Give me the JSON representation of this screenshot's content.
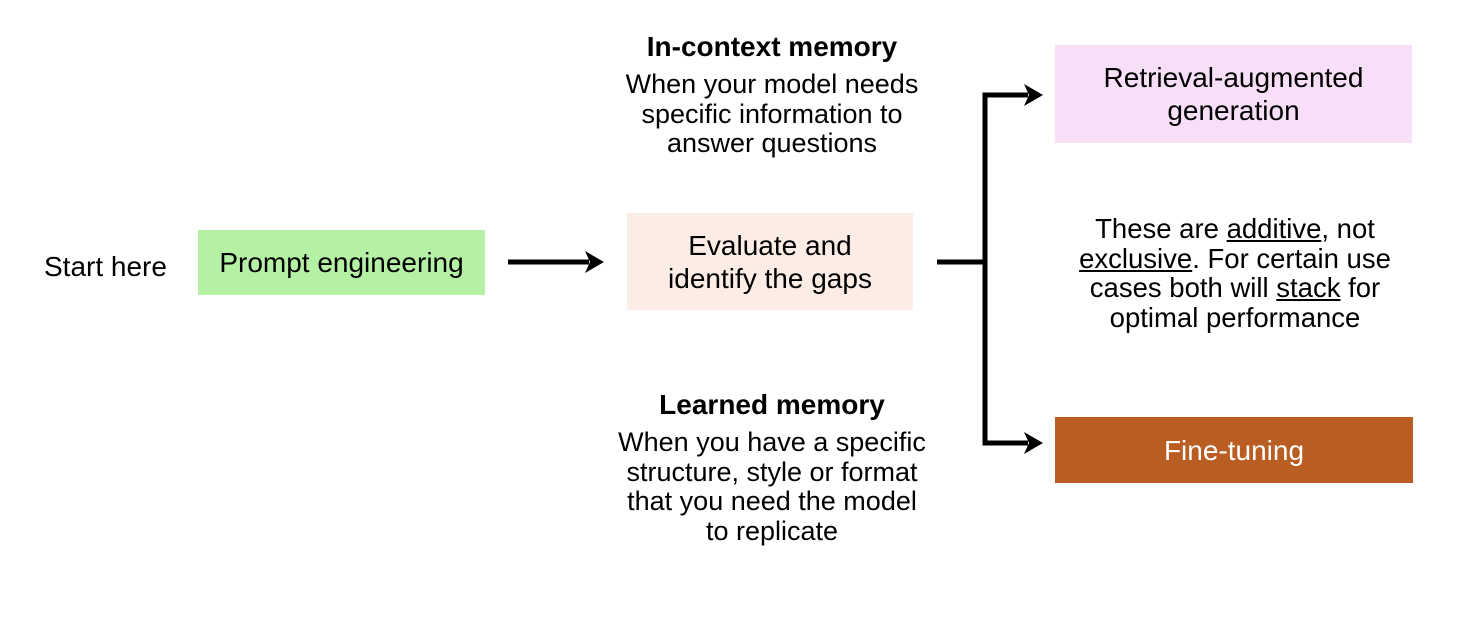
{
  "colors": {
    "background": "#ffffff",
    "arrow": "#000000",
    "text": "#000000",
    "prompt_box_bg": "#b5f1a4",
    "evaluate_box_bg": "#fbece6",
    "rag_box_bg": "#f8dff8",
    "finetune_box_bg": "#b95d22",
    "finetune_text": "#ffffff"
  },
  "start_label": "Start here",
  "nodes": {
    "prompt": {
      "label": "Prompt engineering"
    },
    "evaluate": {
      "line1": "Evaluate and",
      "line2": "identify the gaps"
    },
    "rag": {
      "line1": "Retrieval-augmented",
      "line2": "generation"
    },
    "finetune": {
      "label": "Fine-tuning"
    }
  },
  "annotations": {
    "in_context": {
      "title": "In-context memory",
      "lines": [
        "When your model needs",
        "specific information to",
        "answer questions"
      ]
    },
    "learned": {
      "title": "Learned memory",
      "lines": [
        "When you have a specific",
        "structure, style or format",
        "that you need the model",
        "to replicate"
      ]
    },
    "note": {
      "full_text": "These are additive, not exclusive. For certain use cases both will stack for optimal performance",
      "segments": [
        {
          "text": "These are ",
          "underline": false
        },
        {
          "text": "additive",
          "underline": true
        },
        {
          "text": ", not",
          "underline": false
        },
        {
          "text": "exclusive",
          "underline": true
        },
        {
          "text": ". For certain use",
          "underline": false
        },
        {
          "text": "cases both will ",
          "underline": false
        },
        {
          "text": "stack",
          "underline": true
        },
        {
          "text": " for",
          "underline": false
        },
        {
          "text": "optimal performance",
          "underline": false
        }
      ]
    }
  }
}
